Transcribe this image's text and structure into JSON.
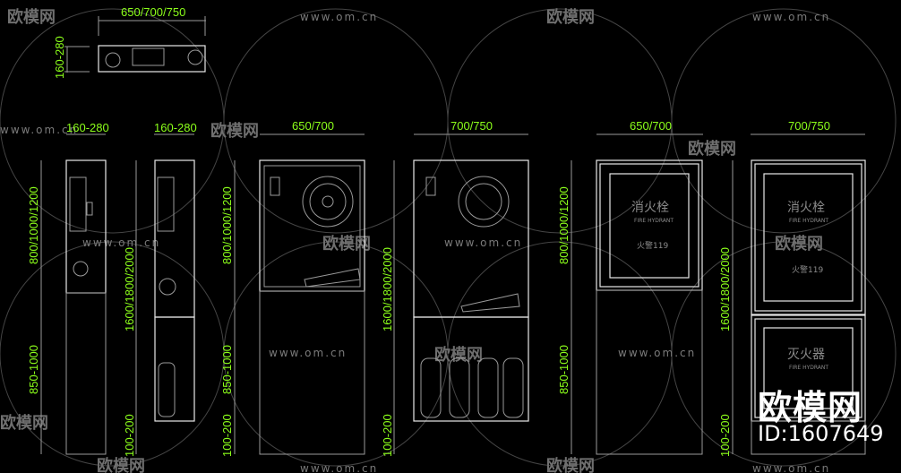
{
  "colors": {
    "background": "#000000",
    "dimension": "#8cff1a",
    "line": "#e8e8e8"
  },
  "top_view": {
    "width_label": "650/700/750",
    "depth_label": "160-280"
  },
  "side_views": [
    {
      "width_label": "160-280",
      "height_labels": [
        "800/1000/1200",
        "850-1000"
      ]
    },
    {
      "width_label": "160-280",
      "height_labels": [
        "1600/1800/2000",
        "100-200"
      ]
    }
  ],
  "front_views": [
    {
      "width_label": "650/700",
      "height_labels": [
        "800/1000/1200",
        "850-1000",
        "100-200"
      ]
    },
    {
      "width_label": "700/750",
      "height_labels": [
        "1600/1800/2000",
        "100-200"
      ]
    }
  ],
  "door_views": [
    {
      "width_label": "650/700",
      "height_labels": [
        "800/1000/1200",
        "850-1000"
      ],
      "panel": {
        "title": "消火栓",
        "subtitle": "FIRE HYDRANT",
        "phone": "火警119"
      }
    },
    {
      "width_label": "700/750",
      "height_labels": [
        "1600/1800/2000",
        "100-200"
      ],
      "panel": {
        "title": "消火栓",
        "subtitle": "FIRE HYDRANT",
        "phone": "火警119"
      },
      "lower_panel": {
        "title": "灭火器",
        "subtitle": "FIRE HYDRANT"
      }
    }
  ],
  "watermark": {
    "url": "www.om.cn",
    "brand": "欧模网",
    "id": "ID:1607649"
  }
}
